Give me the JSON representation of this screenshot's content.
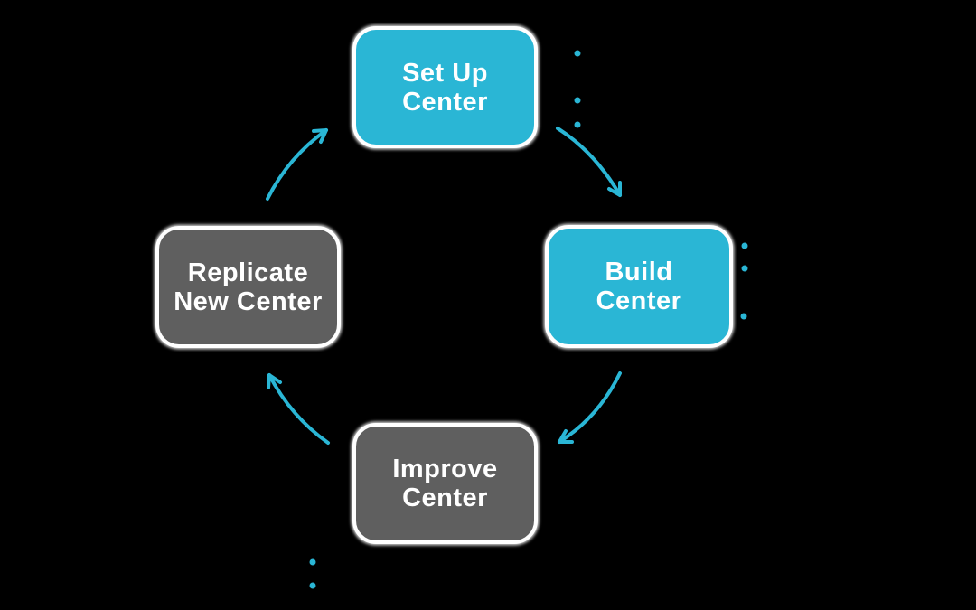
{
  "diagram": {
    "background": "#000000",
    "colors": {
      "background": "#000000",
      "cyan": "#2ab6d5",
      "gray": "#5f5f5f",
      "node_text": "#ffffff",
      "node_border": "#ffffff",
      "arrow": "#2ab6d5",
      "bullet": "#2ab6d5"
    },
    "nodes": [
      {
        "id": "set-up-center",
        "label": "Set Up Center",
        "line1": "Set Up",
        "line2": "Center",
        "fill": "cyan",
        "position": "top"
      },
      {
        "id": "build-center",
        "label": "Build Center",
        "line1": "Build",
        "line2": "Center",
        "fill": "cyan",
        "position": "right"
      },
      {
        "id": "improve-center",
        "label": "Improve Center",
        "line1": "Improve",
        "line2": "Center",
        "fill": "gray",
        "position": "bottom"
      },
      {
        "id": "replicate-new-center",
        "label": "Replicate New Center",
        "line1": "Replicate",
        "line2": "New Center",
        "fill": "gray",
        "position": "left"
      }
    ],
    "flow": {
      "type": "cycle",
      "direction": "clockwise",
      "edges": [
        {
          "from": "Set Up Center",
          "to": "Build Center"
        },
        {
          "from": "Build Center",
          "to": "Improve Center"
        },
        {
          "from": "Improve Center",
          "to": "Replicate New Center"
        },
        {
          "from": "Replicate New Center",
          "to": "Set Up Center"
        }
      ]
    },
    "bullet_dot_groups": [
      {
        "near": "Set Up Center",
        "count": 3
      },
      {
        "near": "Build Center",
        "count": 3
      },
      {
        "near": "Improve Center",
        "count": 2
      }
    ]
  }
}
